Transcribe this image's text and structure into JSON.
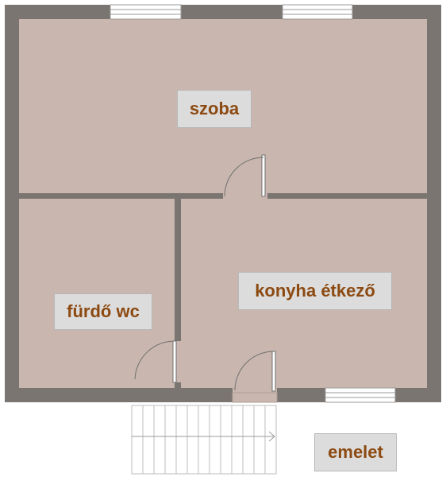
{
  "rooms": {
    "szoba": "szoba",
    "furdo_wc": "fürdő wc",
    "konyha_etkezo": "konyha étkező"
  },
  "floor_label": "emelet",
  "colors": {
    "wall": "#7a7570",
    "floor": "#c9b6ae",
    "label_text": "#8c4a12",
    "label_bg": "#dcdcdc"
  }
}
